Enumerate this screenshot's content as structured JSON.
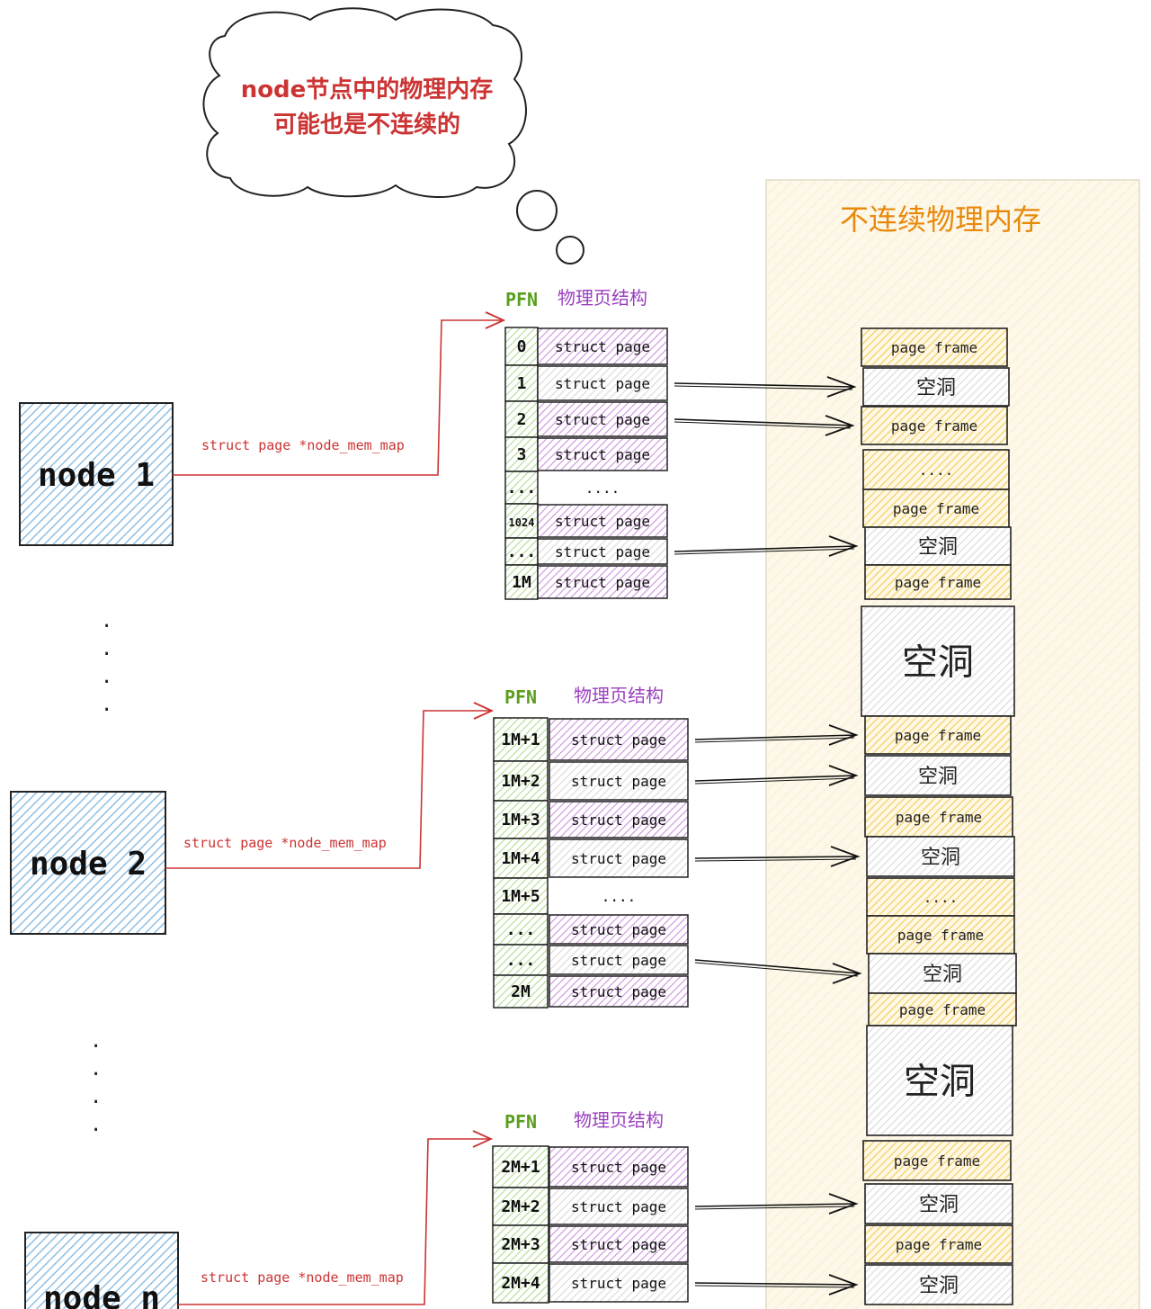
{
  "thought_bubble": {
    "line1": "node节点中的物理内存",
    "line2": "可能也是不连续的"
  },
  "memory_panel": {
    "title": "不连续物理内存",
    "blocks": [
      {
        "type": "frame",
        "label": "page frame"
      },
      {
        "type": "hole",
        "label": "空洞"
      },
      {
        "type": "frame",
        "label": "page frame"
      },
      {
        "type": "frame",
        "label": "...."
      },
      {
        "type": "frame",
        "label": "page frame"
      },
      {
        "type": "hole",
        "label": "空洞"
      },
      {
        "type": "frame",
        "label": "page frame"
      },
      {
        "type": "hole",
        "label": "空洞"
      },
      {
        "type": "frame",
        "label": "page frame"
      },
      {
        "type": "hole",
        "label": "空洞"
      },
      {
        "type": "frame",
        "label": "page frame"
      },
      {
        "type": "hole",
        "label": "空洞"
      },
      {
        "type": "frame",
        "label": "...."
      },
      {
        "type": "frame",
        "label": "page frame"
      },
      {
        "type": "hole",
        "label": "空洞"
      },
      {
        "type": "frame",
        "label": "page frame"
      },
      {
        "type": "hole",
        "label": "空洞"
      },
      {
        "type": "frame",
        "label": "page frame"
      },
      {
        "type": "hole",
        "label": "空洞"
      },
      {
        "type": "frame",
        "label": "page frame"
      },
      {
        "type": "hole",
        "label": "空洞"
      }
    ]
  },
  "nodes": [
    {
      "label": "node 1",
      "pointer_label": "struct page *node_mem_map",
      "pfn_header": "PFN",
      "struct_header": "物理页结构",
      "rows": [
        {
          "pfn": "0",
          "page": "struct page",
          "kind": "purple"
        },
        {
          "pfn": "1",
          "page": "struct page",
          "kind": "white"
        },
        {
          "pfn": "2",
          "page": "struct page",
          "kind": "purple"
        },
        {
          "pfn": "3",
          "page": "struct page",
          "kind": "purple"
        },
        {
          "pfn": "...",
          "page": "....",
          "kind": "none"
        },
        {
          "pfn": "1024",
          "page": "struct page",
          "kind": "purple"
        },
        {
          "pfn": "...",
          "page": "struct page",
          "kind": "white"
        },
        {
          "pfn": "1M",
          "page": "struct page",
          "kind": "purple"
        }
      ]
    },
    {
      "label": "node 2",
      "pointer_label": "struct page *node_mem_map",
      "pfn_header": "PFN",
      "struct_header": "物理页结构",
      "rows": [
        {
          "pfn": "1M+1",
          "page": "struct page",
          "kind": "purple"
        },
        {
          "pfn": "1M+2",
          "page": "struct page",
          "kind": "white"
        },
        {
          "pfn": "1M+3",
          "page": "struct page",
          "kind": "purple"
        },
        {
          "pfn": "1M+4",
          "page": "struct page",
          "kind": "white"
        },
        {
          "pfn": "1M+5",
          "page": "....",
          "kind": "none"
        },
        {
          "pfn": "...",
          "page": "struct page",
          "kind": "purple"
        },
        {
          "pfn": "...",
          "page": "struct page",
          "kind": "white"
        },
        {
          "pfn": "2M",
          "page": "struct page",
          "kind": "purple"
        }
      ]
    },
    {
      "label": "node n",
      "pointer_label": "struct page *node_mem_map",
      "pfn_header": "PFN",
      "struct_header": "物理页结构",
      "rows": [
        {
          "pfn": "2M+1",
          "page": "struct page",
          "kind": "purple"
        },
        {
          "pfn": "2M+2",
          "page": "struct page",
          "kind": "white"
        },
        {
          "pfn": "2M+3",
          "page": "struct page",
          "kind": "purple"
        },
        {
          "pfn": "2M+4",
          "page": "struct page",
          "kind": "white"
        }
      ]
    }
  ],
  "ellipsis": "·",
  "colors": {
    "node_fill": "#7fb6e0",
    "pfn_fill": "#b9dd9c",
    "purple_fill": "#cf9be0",
    "white_fill": "#e6e6e6",
    "frame_fill": "#f4cf6b",
    "hole_fill": "#dcdcdc",
    "panel_fill": "#fbf3dc",
    "panel_title": "#e8890c",
    "bubble_text": "#cc3333",
    "pointer": "#cc3333",
    "pfn_header": "#5a9e1e",
    "struct_header": "#9b3fbf"
  }
}
